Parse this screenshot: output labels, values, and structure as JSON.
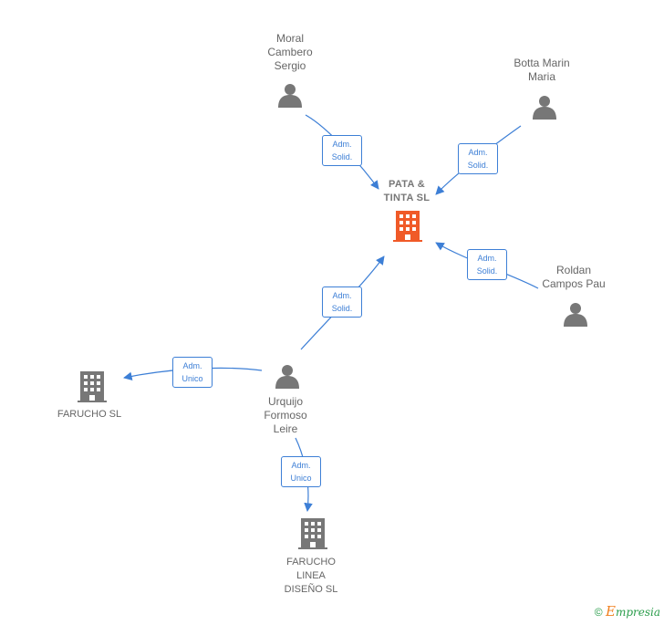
{
  "nodes": {
    "center": {
      "lines": [
        "PATA &",
        "TINTA  SL"
      ]
    },
    "moral": {
      "lines": [
        "Moral",
        "Cambero",
        "Sergio"
      ]
    },
    "botta": {
      "lines": [
        "Botta Marin",
        "Maria"
      ]
    },
    "roldan": {
      "lines": [
        "Roldan",
        "Campos Pau"
      ]
    },
    "urquijo": {
      "lines": [
        "Urquijo",
        "Formoso",
        "Leire"
      ]
    },
    "farucho": {
      "lines": [
        "FARUCHO SL"
      ]
    },
    "farucho_linea": {
      "lines": [
        "FARUCHO",
        "LINEA",
        "DISEÑO  SL"
      ]
    }
  },
  "edges": {
    "moral_center": [
      "Adm.",
      "Solid."
    ],
    "botta_center": [
      "Adm.",
      "Solid."
    ],
    "roldan_center": [
      "Adm.",
      "Solid."
    ],
    "urquijo_center": [
      "Adm.",
      "Solid."
    ],
    "urquijo_farucho": [
      "Adm.",
      "Unico"
    ],
    "urquijo_linea": [
      "Adm.",
      "Unico"
    ]
  },
  "footer": {
    "copyright": "©",
    "brand_initial": "E",
    "brand_rest": "mpresia"
  },
  "colors": {
    "edge": "#3d7fd6",
    "company_main": "#f05a28",
    "company": "#777777",
    "person": "#777777"
  }
}
